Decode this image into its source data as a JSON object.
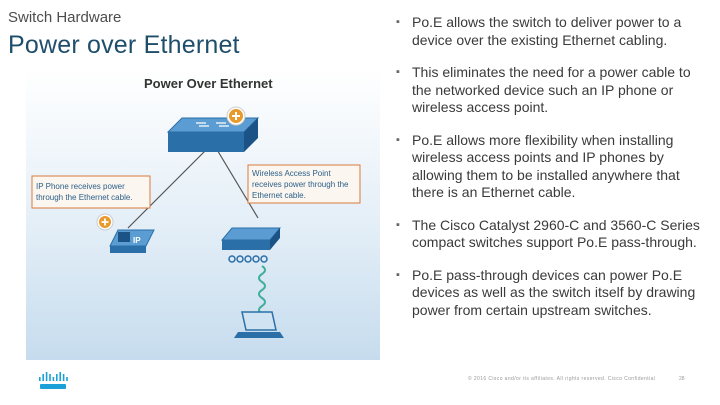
{
  "header": {
    "section": "Switch Hardware",
    "title": "Power over Ethernet"
  },
  "figure": {
    "heading": "Power Over Ethernet",
    "ip_phone_note": [
      "IP Phone receives power",
      "through the Ethernet cable."
    ],
    "ap_note": [
      "Wireless Access Point",
      "receives power through the",
      "Ethernet cable."
    ],
    "phone_label": "IP"
  },
  "bullets": [
    "Po.E allows the switch to deliver power to a device over the existing Ethernet cabling.",
    "This eliminates the need for a power cable to the networked device such an IP phone or wireless access point.",
    "Po.E allows more flexibility when installing wireless access points and IP phones by allowing them to be installed anywhere that there is an Ethernet cable.",
    "The Cisco Catalyst 2960-C and 3560-C Series compact switches support Po.E pass-through.",
    "Po.E pass-through devices can power Po.E devices as well as the switch itself by drawing power from certain upstream switches."
  ],
  "footer": {
    "copyright": "© 2016 Cisco and/or its affiliates. All rights reserved. Cisco Confidential",
    "page": "28"
  },
  "colors": {
    "title": "#1f4e6b",
    "accent": "#e89a2c",
    "note_border": "#d97b3d",
    "device": "#2b6fa8"
  }
}
